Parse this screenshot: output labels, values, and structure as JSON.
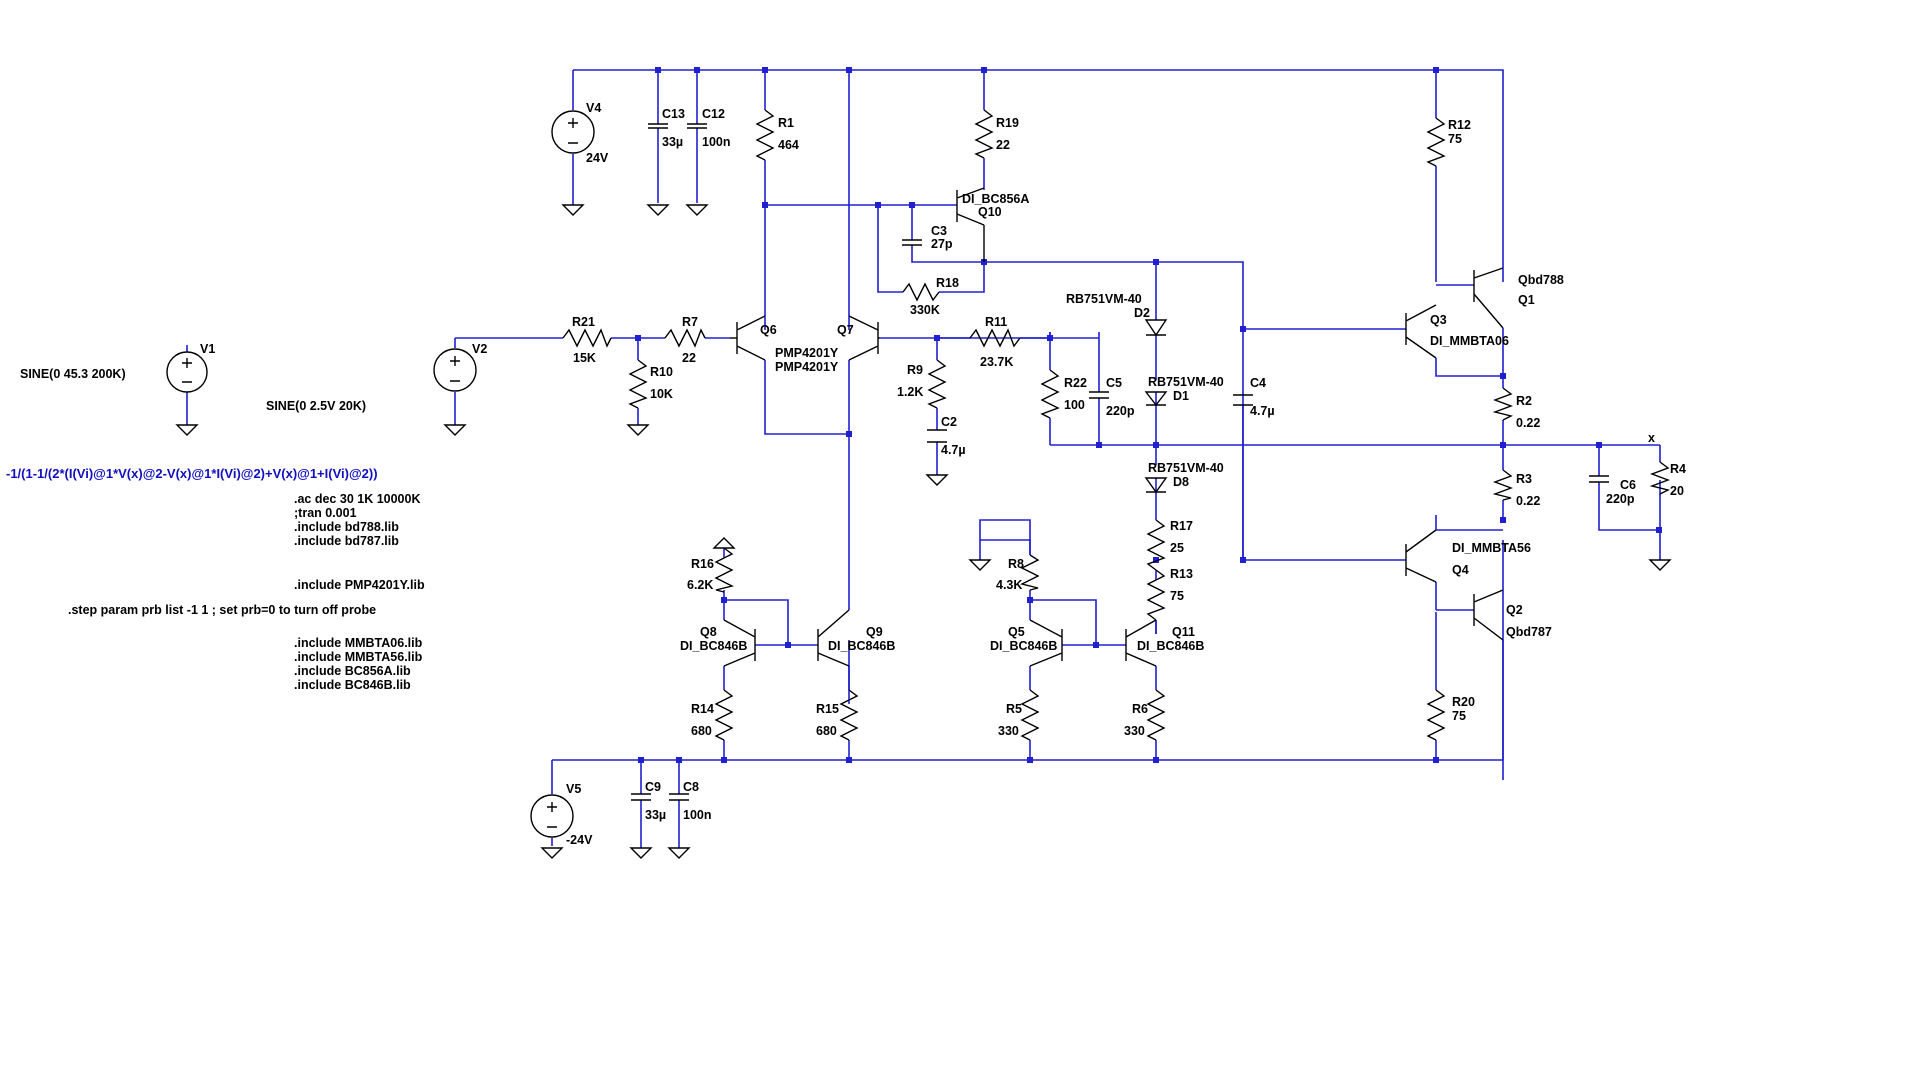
{
  "components": {
    "V4": {
      "name": "V4",
      "value": "24V"
    },
    "V5": {
      "name": "V5",
      "value": "-24V"
    },
    "V1": {
      "name": "V1",
      "value": "SINE(0 45.3 200K)"
    },
    "V2": {
      "name": "V2",
      "value": "SINE(0 2.5V 20K)"
    },
    "C13": {
      "name": "C13",
      "value": "33µ"
    },
    "C12": {
      "name": "C12",
      "value": "100n"
    },
    "C9": {
      "name": "C9",
      "value": "33µ"
    },
    "C8": {
      "name": "C8",
      "value": "100n"
    },
    "R1": {
      "name": "R1",
      "value": "464"
    },
    "R19": {
      "name": "R19",
      "value": "22"
    },
    "R12": {
      "name": "R12",
      "value": "75"
    },
    "Q10": {
      "name": "Q10",
      "model": "DI_BC856A"
    },
    "C3": {
      "name": "C3",
      "value": "27p"
    },
    "R18": {
      "name": "R18",
      "value": "330K"
    },
    "Q1": {
      "name": "Q1",
      "model": "Qbd788"
    },
    "Q3": {
      "name": "Q3",
      "model": "DI_MMBTA06"
    },
    "R21": {
      "name": "R21",
      "value": "15K"
    },
    "R7": {
      "name": "R7",
      "value": "22"
    },
    "R10": {
      "name": "R10",
      "value": "10K"
    },
    "Q6": {
      "name": "Q6",
      "model": "PMP4201Y"
    },
    "Q7": {
      "name": "Q7",
      "model": "PMP4201Y"
    },
    "R11": {
      "name": "R11",
      "value": "23.7K"
    },
    "R9": {
      "name": "R9",
      "value": "1.2K"
    },
    "C2": {
      "name": "C2",
      "value": "4.7µ"
    },
    "D2": {
      "name": "D2",
      "model": "RB751VM-40"
    },
    "D1": {
      "name": "D1",
      "model": "RB751VM-40"
    },
    "D8": {
      "name": "D8",
      "model": "RB751VM-40"
    },
    "R22": {
      "name": "R22",
      "value": "100"
    },
    "C5": {
      "name": "C5",
      "value": "220p"
    },
    "C4": {
      "name": "C4",
      "value": "4.7µ"
    },
    "R2": {
      "name": "R2",
      "value": "0.22"
    },
    "R3": {
      "name": "R3",
      "value": "0.22"
    },
    "C6": {
      "name": "C6",
      "value": "220p"
    },
    "R4": {
      "name": "R4",
      "value": "20"
    },
    "R17": {
      "name": "R17",
      "value": "25"
    },
    "R13": {
      "name": "R13",
      "value": "75"
    },
    "Q4": {
      "name": "Q4",
      "model": "DI_MMBTA56"
    },
    "Q2": {
      "name": "Q2",
      "model": "Qbd787"
    },
    "R16": {
      "name": "R16",
      "value": "6.2K"
    },
    "Q8": {
      "name": "Q8",
      "model": "DI_BC846B"
    },
    "Q9": {
      "name": "Q9",
      "model": "DI_BC846B"
    },
    "R8": {
      "name": "R8",
      "value": "4.3K"
    },
    "Q5": {
      "name": "Q5",
      "model": "DI_BC846B"
    },
    "Q11": {
      "name": "Q11",
      "model": "DI_BC846B"
    },
    "R14": {
      "name": "R14",
      "value": "680"
    },
    "R15": {
      "name": "R15",
      "value": "680"
    },
    "R5": {
      "name": "R5",
      "value": "330"
    },
    "R6": {
      "name": "R6",
      "value": "330"
    },
    "R20": {
      "name": "R20",
      "value": "75"
    }
  },
  "net_labels": {
    "output": "x"
  },
  "expression": "-1/(1-1/(2*(I(Vi)@1*V(x)@2-V(x)@1*I(Vi)@2)+V(x)@1+I(Vi)@2))",
  "directives": [
    ".ac dec 30 1K 10000K",
    ";tran 0.001",
    ".include bd788.lib",
    ".include bd787.lib",
    ".include PMP4201Y.lib",
    ".step param prb list -1 1 ; set prb=0 to turn off probe",
    ".include MMBTA06.lib",
    ".include MMBTA56.lib",
    ".include BC856A.lib",
    ".include BC846B.lib"
  ],
  "colors": {
    "wire": "#2020d0",
    "component": "#000000",
    "expression": "#1010c0",
    "background": "#ffffff"
  }
}
